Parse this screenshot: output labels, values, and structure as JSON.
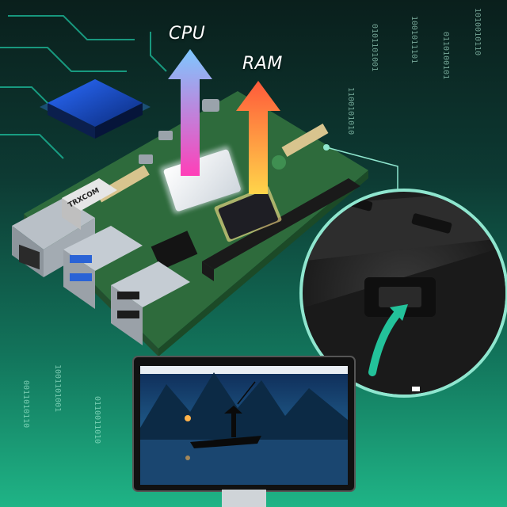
{
  "labels": {
    "cpu": "CPU",
    "ram": "RAM"
  },
  "board_text": {
    "jack_brand": "TRXCOM"
  },
  "colors": {
    "background_top": "#0a1f1c",
    "background_bottom": "#1fb486",
    "cpu_arrow_top": "#7ec8ff",
    "cpu_arrow_bottom": "#ff3fb8",
    "ram_arrow_top": "#ff5a3a",
    "ram_arrow_bottom": "#ffd54a",
    "board_green": "#2e6b3c",
    "binary_rain": "#bfffe8"
  },
  "binary_rain": {
    "columns": [
      "1001011101",
      "0110100101",
      "1010010110",
      "0101101001",
      "1100101010",
      "0011010110",
      "1001101001",
      "0110011010"
    ]
  }
}
